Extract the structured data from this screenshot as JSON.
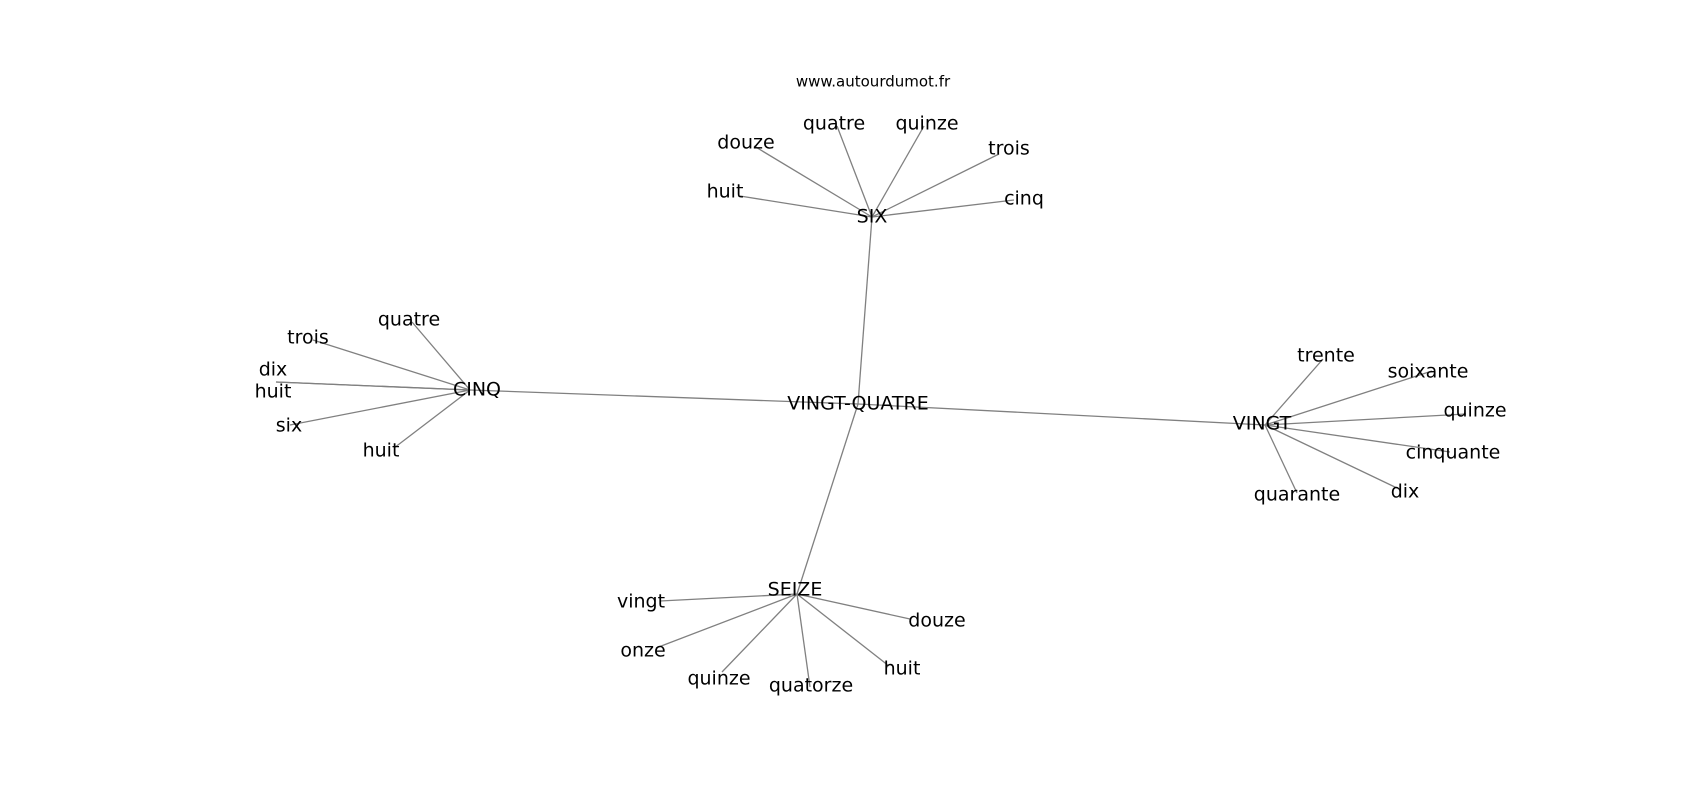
{
  "source_credit": "www.autourdumot.fr",
  "root": {
    "id": "root",
    "label": "VINGT-QUATRE"
  },
  "hubs": [
    {
      "id": "six",
      "label": "SIX",
      "leaves": [
        {
          "id": "six-huit",
          "label": "huit"
        },
        {
          "id": "six-douze",
          "label": "douze"
        },
        {
          "id": "six-quatre",
          "label": "quatre"
        },
        {
          "id": "six-quinze",
          "label": "quinze"
        },
        {
          "id": "six-trois",
          "label": "trois"
        },
        {
          "id": "six-cinq",
          "label": "cinq"
        }
      ]
    },
    {
      "id": "cinq",
      "label": "CINQ",
      "leaves": [
        {
          "id": "cinq-quatre",
          "label": "quatre"
        },
        {
          "id": "cinq-trois",
          "label": "trois"
        },
        {
          "id": "cinq-dix",
          "label": "dix"
        },
        {
          "id": "cinq-huit-a",
          "label": "huit"
        },
        {
          "id": "cinq-six",
          "label": "six"
        },
        {
          "id": "cinq-huit-b",
          "label": "huit"
        }
      ]
    },
    {
      "id": "vingt",
      "label": "VINGT",
      "leaves": [
        {
          "id": "vingt-trente",
          "label": "trente"
        },
        {
          "id": "vingt-soixante",
          "label": "soixante"
        },
        {
          "id": "vingt-quinze",
          "label": "quinze"
        },
        {
          "id": "vingt-cinquante",
          "label": "cinquante"
        },
        {
          "id": "vingt-dix",
          "label": "dix"
        },
        {
          "id": "vingt-quarante",
          "label": "quarante"
        }
      ]
    },
    {
      "id": "seize",
      "label": "SEIZE",
      "leaves": [
        {
          "id": "seize-vingt",
          "label": "vingt"
        },
        {
          "id": "seize-onze",
          "label": "onze"
        },
        {
          "id": "seize-quinze",
          "label": "quinze"
        },
        {
          "id": "seize-quatorze",
          "label": "quatorze"
        },
        {
          "id": "seize-huit",
          "label": "huit"
        },
        {
          "id": "seize-douze",
          "label": "douze"
        }
      ]
    }
  ]
}
